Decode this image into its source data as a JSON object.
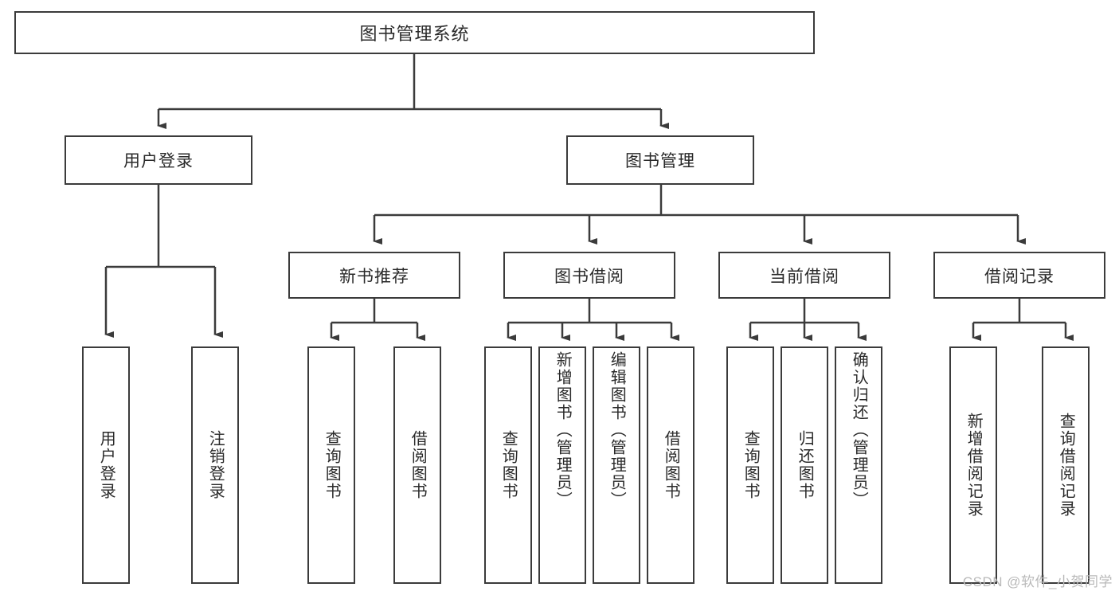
{
  "diagram": {
    "title": "图书管理系统",
    "root": {
      "label": "图书管理系统"
    },
    "level2": [
      {
        "label": "用户登录"
      },
      {
        "label": "图书管理"
      }
    ],
    "level3": [
      {
        "label": "新书推荐"
      },
      {
        "label": "图书借阅"
      },
      {
        "label": "当前借阅"
      },
      {
        "label": "借阅记录"
      }
    ],
    "leaves": {
      "user_login": [
        {
          "label": "用户登录"
        },
        {
          "label": "注销登录"
        }
      ],
      "new_book": [
        {
          "label": "查询图书"
        },
        {
          "label": "借阅图书"
        }
      ],
      "borrow_book": [
        {
          "label": "查询图书"
        },
        {
          "label": "新增图书（管理员）"
        },
        {
          "label": "编辑图书（管理员）"
        },
        {
          "label": "借阅图书"
        }
      ],
      "current_borrow": [
        {
          "label": "查询图书"
        },
        {
          "label": "归还图书"
        },
        {
          "label": "确认归还（管理员）"
        }
      ],
      "borrow_record": [
        {
          "label": "新增借阅记录"
        },
        {
          "label": "查询借阅记录"
        }
      ]
    },
    "watermark": "CSDN @软件_小贺同学",
    "colors": {
      "stroke": "#3b3b3b",
      "text": "#2a2a2a",
      "background": "#ffffff",
      "watermark": "#b9b9b9"
    }
  }
}
